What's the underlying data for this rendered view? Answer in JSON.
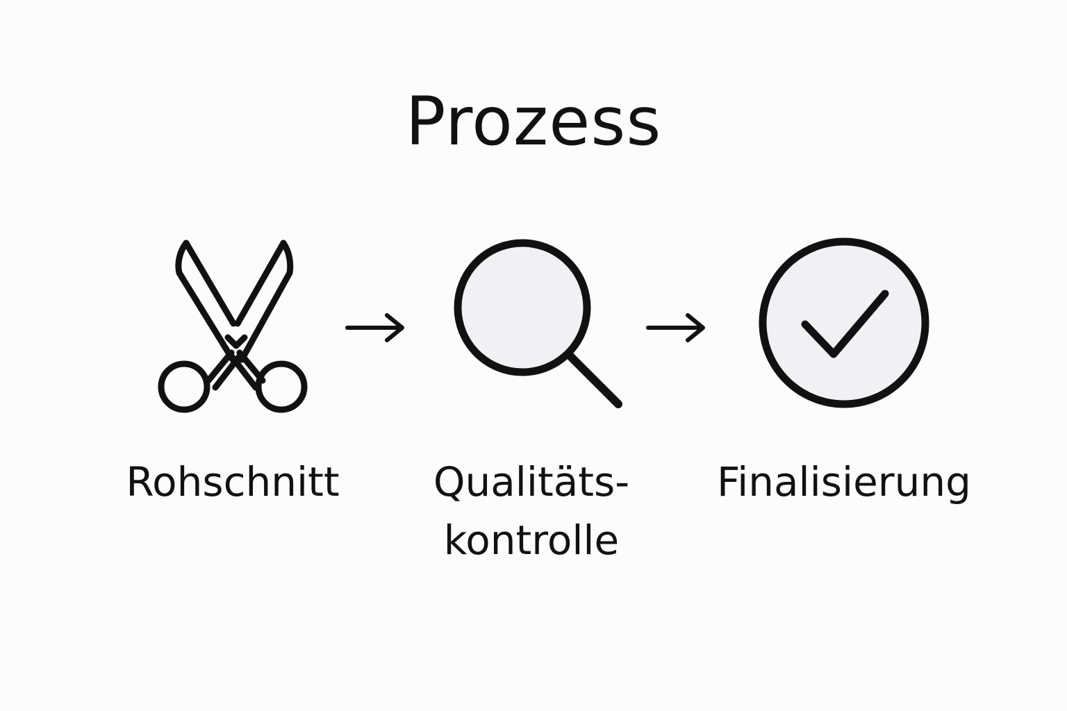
{
  "title": "Prozess",
  "steps": [
    {
      "label": "Rohschnitt",
      "icon": "scissors-icon"
    },
    {
      "label_line1": "Qualitäts-",
      "label_line2": "kontrolle",
      "icon": "magnifier-icon"
    },
    {
      "label": "Finalisierung",
      "icon": "check-circle-icon"
    }
  ],
  "connectors": [
    "arrow-right-icon",
    "arrow-right-icon"
  ],
  "colors": {
    "background": "#fcfcfc",
    "stroke": "#111111",
    "icon_fill": "#f1f1f3"
  }
}
